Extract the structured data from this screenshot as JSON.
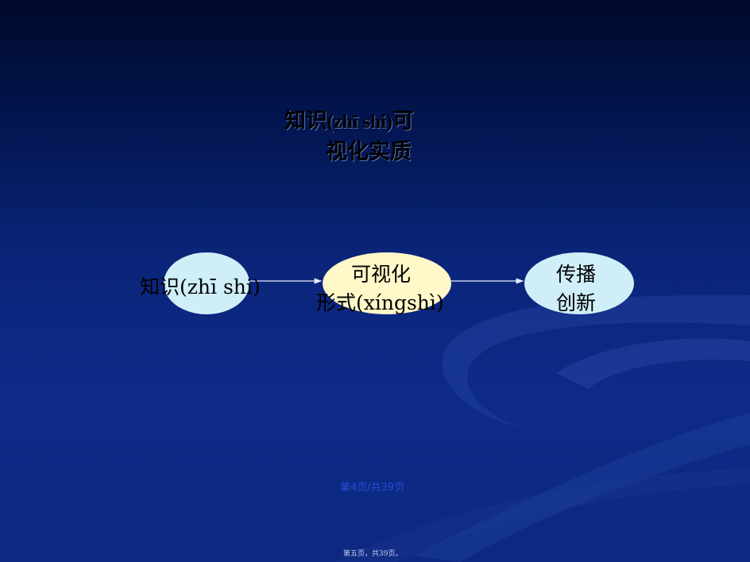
{
  "title": {
    "line1_prefix": "知识",
    "line1_pinyin": "(zhī shi)",
    "line1_suffix": "可",
    "line2": "视化实质"
  },
  "diagram": {
    "nodes": [
      {
        "id": "knowledge",
        "text": "知识(zhī shi)"
      },
      {
        "id": "visualization_form",
        "line1": "可视化",
        "line2": "形式(xíngshì)"
      },
      {
        "id": "spread_innovation",
        "line1": "传播",
        "line2": "创新"
      }
    ],
    "edges": [
      {
        "from": "knowledge",
        "to": "visualization_form"
      },
      {
        "from": "visualization_form",
        "to": "spread_innovation"
      }
    ]
  },
  "footer": {
    "page_indicator": "第4页/共39页",
    "note": "第五页，共39页。"
  },
  "colors": {
    "background_top": "#000a2a",
    "background_bottom": "#0c2880",
    "node_light_blue": "#cfeef8",
    "node_cream": "#fff8c8",
    "arrow": "#e8ecff",
    "page_indicator": "#2a4cd8"
  }
}
